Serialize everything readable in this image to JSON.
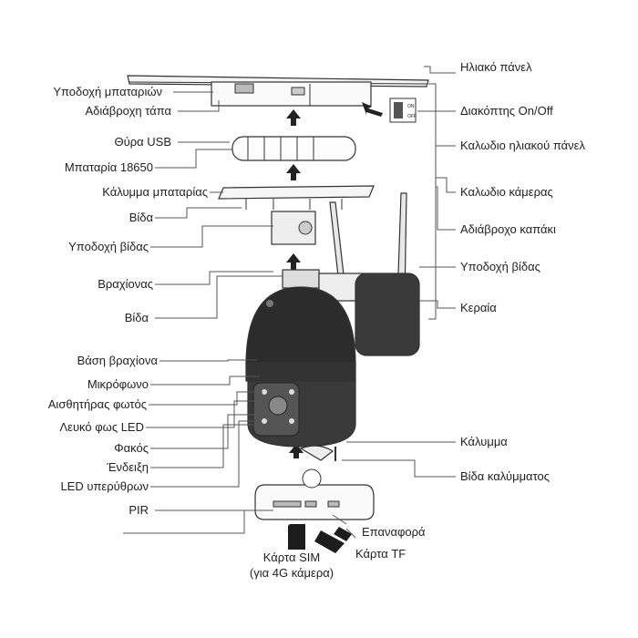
{
  "labels_left": [
    {
      "key": "battery_holder",
      "text": "Υποδοχή μπαταριών"
    },
    {
      "key": "waterproof_cap",
      "text": "Αδιάβροχη τάπα"
    },
    {
      "key": "usb_port",
      "text": "Θύρα USB"
    },
    {
      "key": "battery_18650",
      "text": "Μπαταρία 18650"
    },
    {
      "key": "battery_cover",
      "text": "Κάλυμμα μπαταρίας"
    },
    {
      "key": "screw_1",
      "text": "Βίδα"
    },
    {
      "key": "screw_socket_1",
      "text": "Υποδοχή βίδας"
    },
    {
      "key": "bracket",
      "text": "Βραχίονας"
    },
    {
      "key": "screw_2",
      "text": "Βίδα"
    },
    {
      "key": "bracket_base",
      "text": "Βάση βραχίονα"
    },
    {
      "key": "microphone",
      "text": "Μικρόφωνο"
    },
    {
      "key": "light_sensor",
      "text": "Αισθητήρας φωτός"
    },
    {
      "key": "white_led",
      "text": "Λευκό φως LED"
    },
    {
      "key": "lens",
      "text": "Φακός"
    },
    {
      "key": "indicator",
      "text": "Ένδειξη"
    },
    {
      "key": "ir_led",
      "text": "LED υπερύθρων"
    },
    {
      "key": "pir",
      "text": "PIR"
    }
  ],
  "labels_right": [
    {
      "key": "solar_panel",
      "text": "Ηλιακό πάνελ"
    },
    {
      "key": "onoff_switch",
      "text": "Διακόπτης On/Off"
    },
    {
      "key": "solar_cable",
      "text": "Καλωδιο ηλιακού πάνελ"
    },
    {
      "key": "camera_cable",
      "text": "Καλωδιο κάμερας"
    },
    {
      "key": "waterproof_lid",
      "text": "Αδιάβροχο καπάκι"
    },
    {
      "key": "screw_socket_2",
      "text": "Υποδοχή βίδας"
    },
    {
      "key": "antenna",
      "text": "Κεραία"
    },
    {
      "key": "cover",
      "text": "Κάλυμμα"
    },
    {
      "key": "cover_screw",
      "text": "Βίδα καλύμματος"
    }
  ],
  "labels_bottom": [
    {
      "key": "reset",
      "text": "Επαναφορά"
    },
    {
      "key": "sim_card",
      "text": "Κάρτα SIM"
    },
    {
      "key": "sim_card_note",
      "text": "(για 4G κάμερα)"
    },
    {
      "key": "tf_card",
      "text": "Κάρτα TF"
    }
  ],
  "switch_text": {
    "on": "ON",
    "off": "OFF"
  },
  "colors": {
    "line": "#555555",
    "part_fill": "#f2f2f2",
    "dark": "#222222"
  }
}
